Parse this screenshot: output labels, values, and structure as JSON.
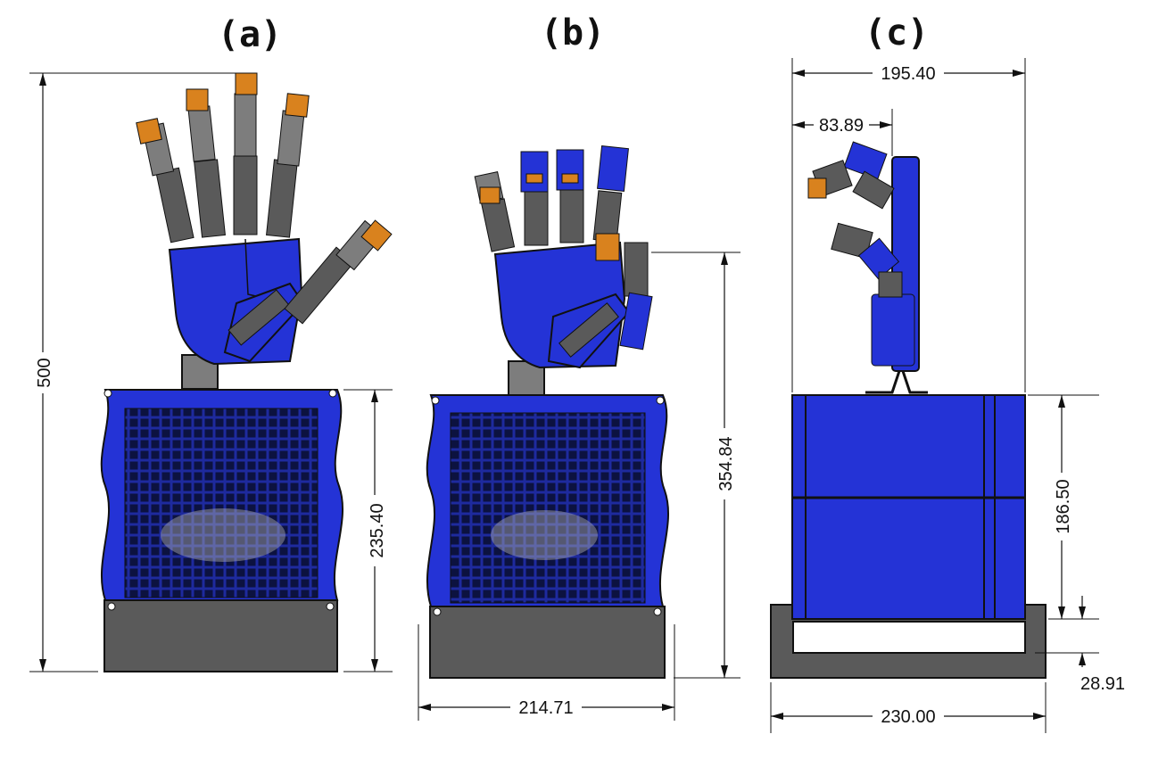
{
  "panels": {
    "a": {
      "label": "(a)",
      "dims": {
        "total_height": "500",
        "base_height": "235.40"
      }
    },
    "b": {
      "label": "(b)",
      "dims": {
        "hand_height": "354.84",
        "base_width": "214.71"
      }
    },
    "c": {
      "label": "(c)",
      "dims": {
        "top_width": "195.40",
        "finger_offset": "83.89",
        "base_height": "186.50",
        "plate_thickness": "28.91",
        "plate_width": "230.00"
      }
    }
  },
  "colors": {
    "blue": "#2433d6",
    "blue_dark": "#1a25a8",
    "gray": "#5a5a5a",
    "gray_mid": "#7d7d7d",
    "gray_light": "#9b9b9b",
    "orange": "#d9821e",
    "black": "#111111"
  }
}
